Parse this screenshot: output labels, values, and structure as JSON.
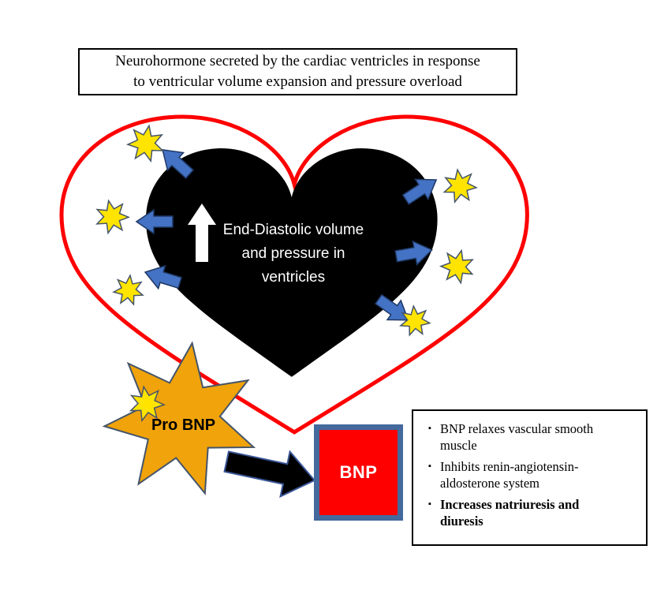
{
  "title_box": {
    "line1": "Neurohormone secreted by the cardiac ventricles in response",
    "line2": "to ventricular volume expansion and pressure overload"
  },
  "heart": {
    "label_line1": "End-Diastolic volume",
    "label_line2": "and pressure in",
    "label_line3": "ventricles"
  },
  "pro_bnp": {
    "label": "Pro BNP"
  },
  "bnp_box": {
    "label": "BNP"
  },
  "effects_box": {
    "bullet": "▪",
    "items": [
      {
        "text": "BNP relaxes vascular smooth muscle",
        "bold": false
      },
      {
        "text": "Inhibits renin-angiotensin-aldosterone system",
        "bold": false
      },
      {
        "text": "Increases natriuresis and diuresis",
        "bold": true
      }
    ]
  },
  "icons": {
    "up_arrow": "up-arrow-icon",
    "radiating_arrows": "blue-block-arrow-icon",
    "stars": "seven-point-star-icon"
  },
  "colors": {
    "heart_outline_red": "#FF0000",
    "heart_fill_black": "#000000",
    "arrow_blue": "#4472C4",
    "arrow_outline": "#1F3864",
    "star_yellow": "#FFE400",
    "star_outline": "#44546A",
    "pro_bnp_orange": "#F0A30A",
    "bnp_fill_red": "#FF0000",
    "bnp_border_blue": "#44699D",
    "black_arrow": "#000000"
  }
}
